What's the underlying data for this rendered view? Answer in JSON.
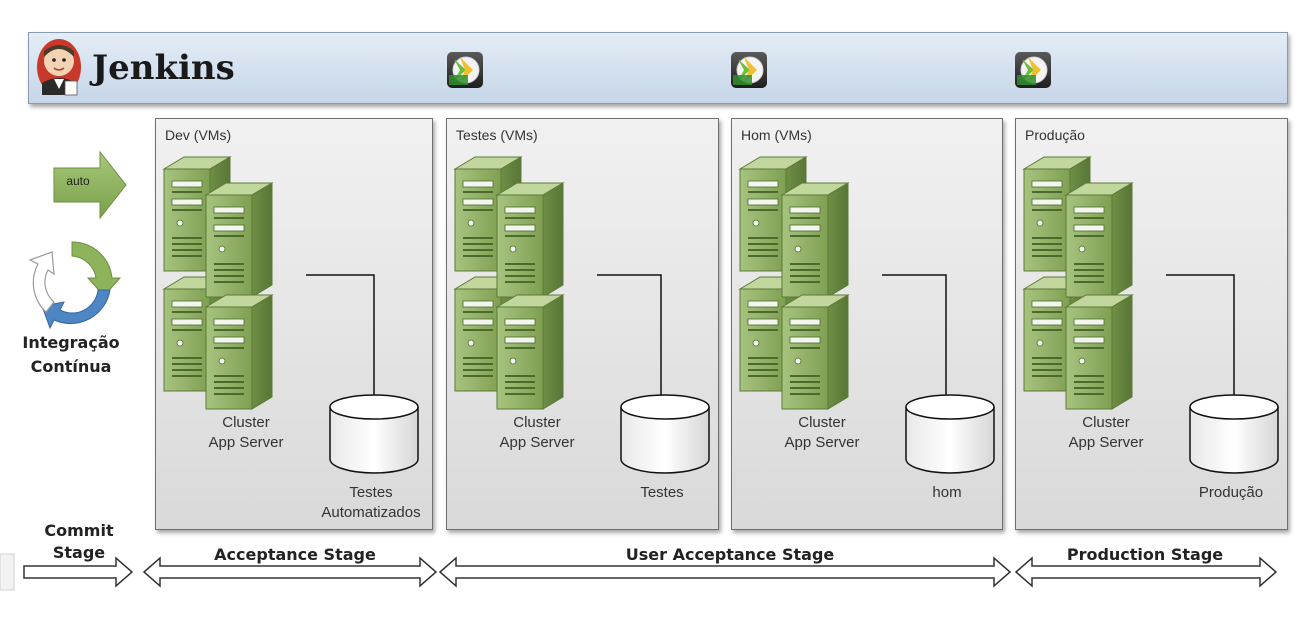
{
  "header": {
    "brand": "Jenkins",
    "icons": [
      "jenkins-butler-icon",
      "pipeline-trigger-icon",
      "pipeline-trigger-icon",
      "pipeline-trigger-icon"
    ]
  },
  "left": {
    "auto_label": "auto",
    "ci_line1": "Integração",
    "ci_line2": "Contínua"
  },
  "environments": [
    {
      "title": "Dev (VMs)",
      "cluster_line1": "Cluster",
      "cluster_line2": "App Server",
      "db_line1": "Testes",
      "db_line2": "Automatizados"
    },
    {
      "title": "Testes (VMs)",
      "cluster_line1": "Cluster",
      "cluster_line2": "App Server",
      "db_line1": "",
      "db_line2": "Testes"
    },
    {
      "title": "Hom (VMs)",
      "cluster_line1": "Cluster",
      "cluster_line2": "App Server",
      "db_line1": "",
      "db_line2": "hom"
    },
    {
      "title": "Produção",
      "cluster_line1": "Cluster",
      "cluster_line2": "App Server",
      "db_line1": "",
      "db_line2": "Produção"
    }
  ],
  "stages": {
    "commit_line1": "Commit",
    "commit_line2": "Stage",
    "acceptance": "Acceptance Stage",
    "user_acceptance": "User Acceptance Stage",
    "production": "Production Stage"
  },
  "colors": {
    "banner": "#d4e1ee",
    "server_green": "#8fb060",
    "arrow_green": "#8db45a",
    "cycle_blue": "#4e86c4"
  }
}
